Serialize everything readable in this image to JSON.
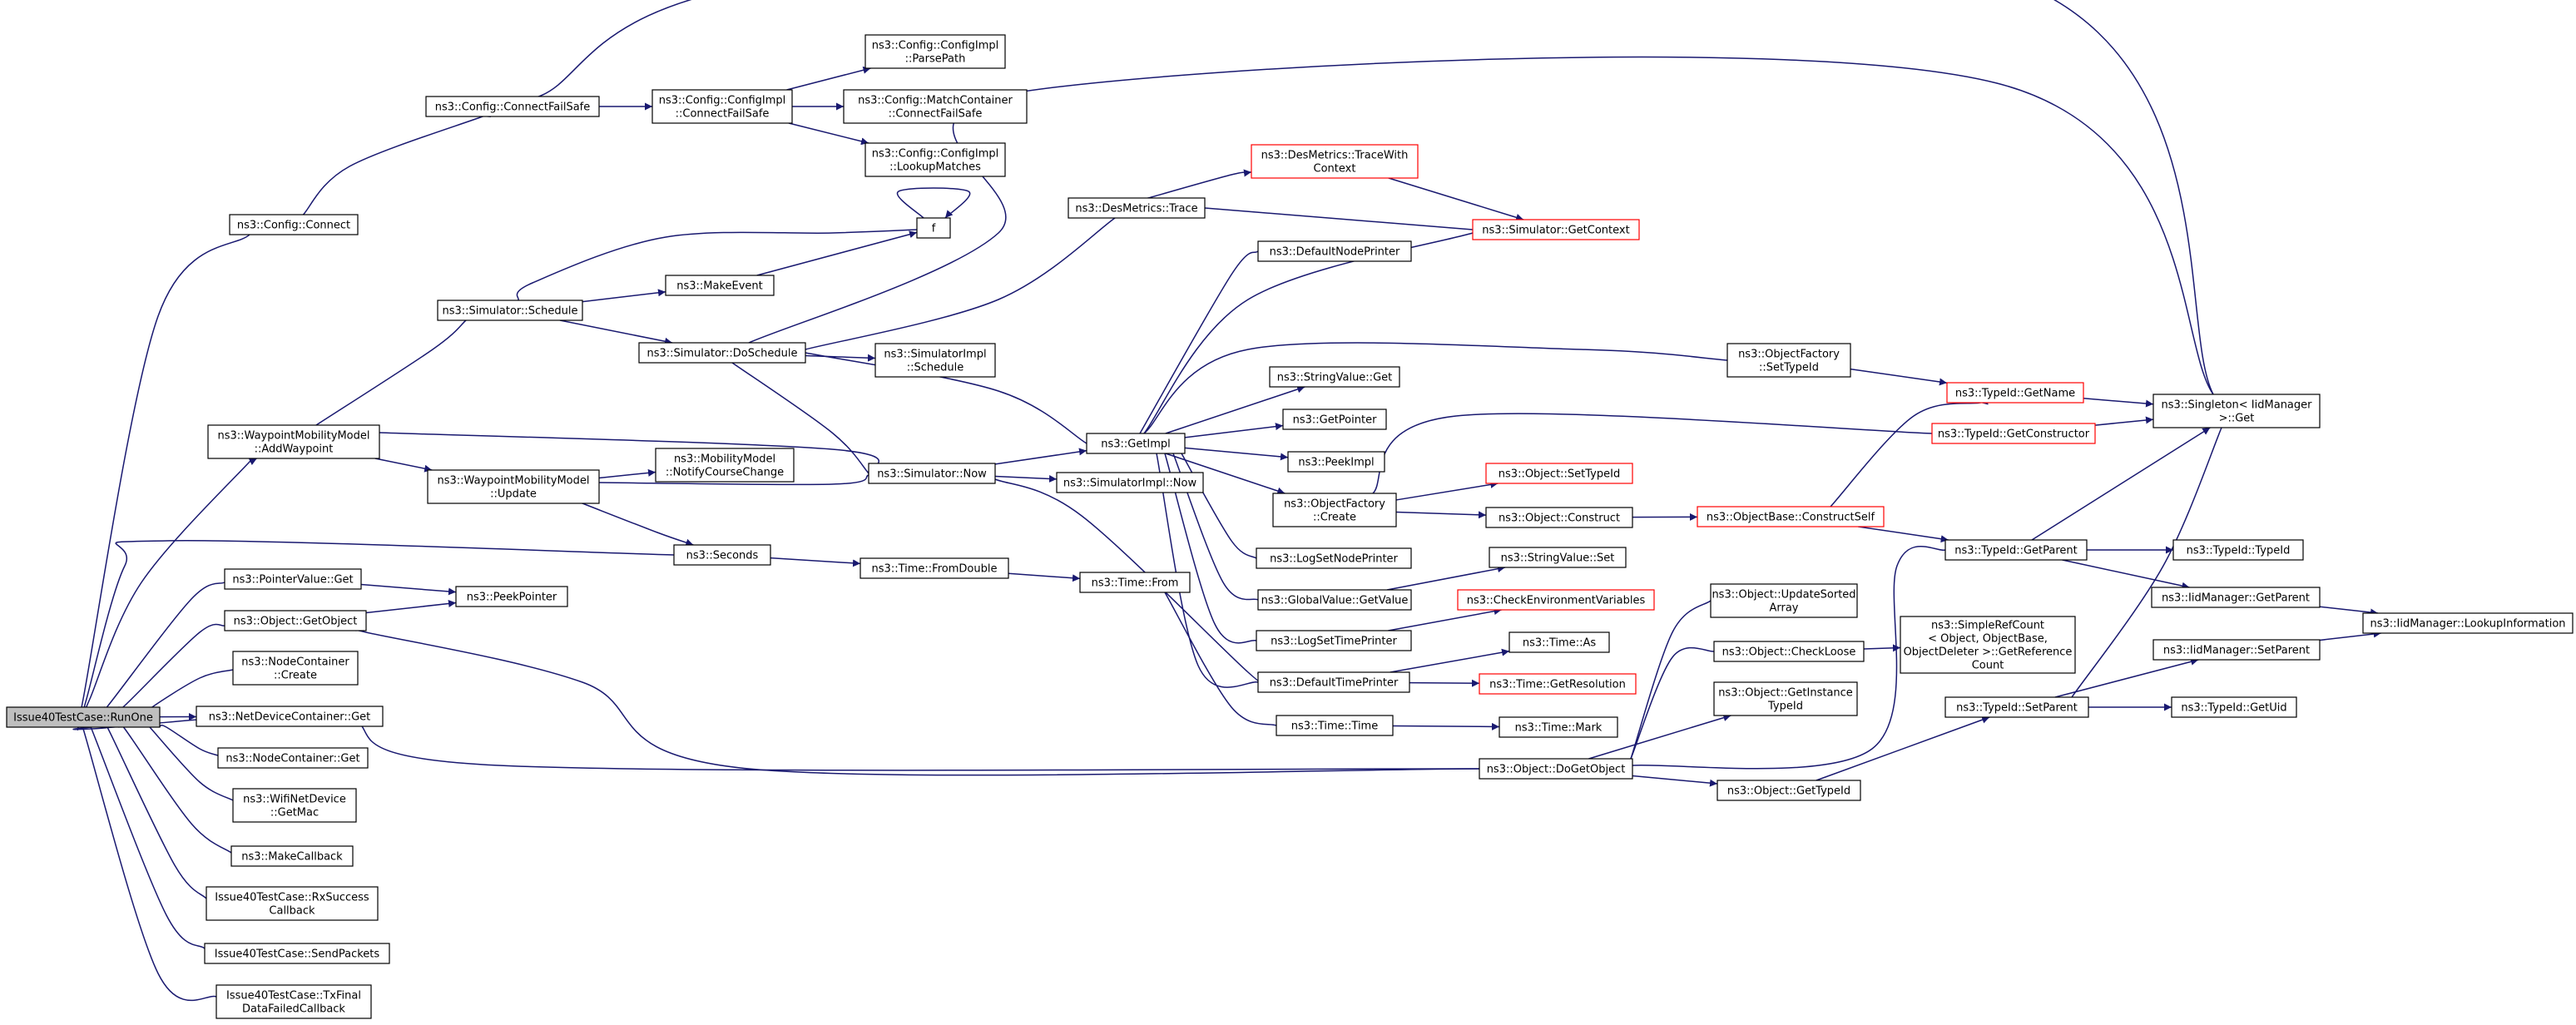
{
  "colors": {
    "edge": "#191970",
    "root_fill": "#bfbfbf",
    "node_border": "#000000",
    "incomplete_border": "#ff0000",
    "background": "#ffffff"
  },
  "nodes": [
    {
      "id": "root",
      "lines": [
        "Issue40TestCase::RunOne"
      ],
      "style": "root"
    },
    {
      "id": "cfgConnect",
      "lines": [
        "ns3::Config::Connect"
      ]
    },
    {
      "id": "wpAdd",
      "lines": [
        "ns3::WaypointMobilityModel",
        "::AddWaypoint"
      ]
    },
    {
      "id": "ptrGet",
      "lines": [
        "ns3::PointerValue::Get"
      ]
    },
    {
      "id": "objGetObj",
      "lines": [
        "ns3::Object::GetObject"
      ]
    },
    {
      "id": "ncCreate",
      "lines": [
        "ns3::NodeContainer",
        "::Create"
      ]
    },
    {
      "id": "ndcGet",
      "lines": [
        "ns3::NetDeviceContainer::Get"
      ]
    },
    {
      "id": "ncGet",
      "lines": [
        "ns3::NodeContainer::Get"
      ]
    },
    {
      "id": "wifiMac",
      "lines": [
        "ns3::WifiNetDevice",
        "::GetMac"
      ]
    },
    {
      "id": "makeCb",
      "lines": [
        "ns3::MakeCallback"
      ]
    },
    {
      "id": "rxCb",
      "lines": [
        "Issue40TestCase::RxSuccess",
        "Callback"
      ]
    },
    {
      "id": "sendPk",
      "lines": [
        "Issue40TestCase::SendPackets"
      ]
    },
    {
      "id": "txCb",
      "lines": [
        "Issue40TestCase::TxFinal",
        "DataFailedCallback"
      ]
    },
    {
      "id": "cfgCFS",
      "lines": [
        "ns3::Config::ConnectFailSafe"
      ]
    },
    {
      "id": "simSched",
      "lines": [
        "ns3::Simulator::Schedule"
      ]
    },
    {
      "id": "wpUpdate",
      "lines": [
        "ns3::WaypointMobilityModel",
        "::Update"
      ]
    },
    {
      "id": "peekPtr",
      "lines": [
        "ns3::PeekPointer"
      ]
    },
    {
      "id": "cfgImplCFS",
      "lines": [
        "ns3::Config::ConfigImpl",
        "::ConnectFailSafe"
      ]
    },
    {
      "id": "makeEvent",
      "lines": [
        "ns3::MakeEvent"
      ]
    },
    {
      "id": "simDoSched",
      "lines": [
        "ns3::Simulator::DoSchedule"
      ]
    },
    {
      "id": "mmNotify",
      "lines": [
        "ns3::MobilityModel",
        "::NotifyCourseChange"
      ]
    },
    {
      "id": "seconds",
      "lines": [
        "ns3::Seconds"
      ]
    },
    {
      "id": "parsePath",
      "lines": [
        "ns3::Config::ConfigImpl",
        "::ParsePath"
      ]
    },
    {
      "id": "mcCFS",
      "lines": [
        "ns3::Config::MatchContainer",
        "::ConnectFailSafe"
      ]
    },
    {
      "id": "lookupM",
      "lines": [
        "ns3::Config::ConfigImpl",
        "::LookupMatches"
      ]
    },
    {
      "id": "fNode",
      "lines": [
        "f"
      ]
    },
    {
      "id": "simImplSched",
      "lines": [
        "ns3::SimulatorImpl",
        "::Schedule"
      ]
    },
    {
      "id": "simNow",
      "lines": [
        "ns3::Simulator::Now"
      ]
    },
    {
      "id": "timeFromDbl",
      "lines": [
        "ns3::Time::FromDouble"
      ]
    },
    {
      "id": "dmTrace",
      "lines": [
        "ns3::DesMetrics::Trace"
      ]
    },
    {
      "id": "getImpl",
      "lines": [
        "ns3::GetImpl"
      ]
    },
    {
      "id": "simImplNow",
      "lines": [
        "ns3::SimulatorImpl::Now"
      ]
    },
    {
      "id": "timeFrom",
      "lines": [
        "ns3::Time::From"
      ]
    },
    {
      "id": "dmTWC",
      "lines": [
        "ns3::DesMetrics::TraceWith",
        "Context"
      ],
      "style": "red"
    },
    {
      "id": "defNodePr",
      "lines": [
        "ns3::DefaultNodePrinter"
      ]
    },
    {
      "id": "strValGet",
      "lines": [
        "ns3::StringValue::Get"
      ]
    },
    {
      "id": "getPtr",
      "lines": [
        "ns3::GetPointer"
      ]
    },
    {
      "id": "peekImpl",
      "lines": [
        "ns3::PeekImpl"
      ]
    },
    {
      "id": "ofCreate",
      "lines": [
        "ns3::ObjectFactory",
        "::Create"
      ]
    },
    {
      "id": "logSNP",
      "lines": [
        "ns3::LogSetNodePrinter"
      ]
    },
    {
      "id": "gvGetValue",
      "lines": [
        "ns3::GlobalValue::GetValue"
      ]
    },
    {
      "id": "logSTP",
      "lines": [
        "ns3::LogSetTimePrinter"
      ]
    },
    {
      "id": "defTimePr",
      "lines": [
        "ns3::DefaultTimePrinter"
      ]
    },
    {
      "id": "timeTime",
      "lines": [
        "ns3::Time::Time"
      ]
    },
    {
      "id": "objDoGet",
      "lines": [
        "ns3::Object::DoGetObject"
      ]
    },
    {
      "id": "simGetCtx",
      "lines": [
        "ns3::Simulator::GetContext"
      ],
      "style": "red"
    },
    {
      "id": "ofSetTid",
      "lines": [
        "ns3::ObjectFactory",
        "::SetTypeId"
      ]
    },
    {
      "id": "objSetTid",
      "lines": [
        "ns3::Object::SetTypeId"
      ],
      "style": "red"
    },
    {
      "id": "objConstruct",
      "lines": [
        "ns3::Object::Construct"
      ]
    },
    {
      "id": "strValSet",
      "lines": [
        "ns3::StringValue::Set"
      ]
    },
    {
      "id": "checkEnv",
      "lines": [
        "ns3::CheckEnvironmentVariables"
      ],
      "style": "red"
    },
    {
      "id": "timeAs",
      "lines": [
        "ns3::Time::As"
      ]
    },
    {
      "id": "timeGetRes",
      "lines": [
        "ns3::Time::GetResolution"
      ],
      "style": "red"
    },
    {
      "id": "timeMark",
      "lines": [
        "ns3::Time::Mark"
      ]
    },
    {
      "id": "objUSA",
      "lines": [
        "ns3::Object::UpdateSorted",
        "Array"
      ]
    },
    {
      "id": "objCheckLoose",
      "lines": [
        "ns3::Object::CheckLoose"
      ]
    },
    {
      "id": "objGetInst",
      "lines": [
        "ns3::Object::GetInstance",
        "TypeId"
      ]
    },
    {
      "id": "objGetTid",
      "lines": [
        "ns3::Object::GetTypeId"
      ]
    },
    {
      "id": "obConstructSelf",
      "lines": [
        "ns3::ObjectBase::ConstructSelf"
      ],
      "style": "red"
    },
    {
      "id": "srcGetRef",
      "lines": [
        "ns3::SimpleRefCount",
        "< Object, ObjectBase,",
        "ObjectDeleter >::GetReference",
        "Count"
      ]
    },
    {
      "id": "tidGetName",
      "lines": [
        "ns3::TypeId::GetName"
      ],
      "style": "red"
    },
    {
      "id": "tidGetCtor",
      "lines": [
        "ns3::TypeId::GetConstructor"
      ],
      "style": "red"
    },
    {
      "id": "tidGetParent",
      "lines": [
        "ns3::TypeId::GetParent"
      ]
    },
    {
      "id": "tidSetParent",
      "lines": [
        "ns3::TypeId::SetParent"
      ]
    },
    {
      "id": "singleton",
      "lines": [
        "ns3::Singleton< IidManager",
        ">::Get"
      ]
    },
    {
      "id": "tidTypeId",
      "lines": [
        "ns3::TypeId::TypeId"
      ]
    },
    {
      "id": "iidGetParent",
      "lines": [
        "ns3::IidManager::GetParent"
      ]
    },
    {
      "id": "iidSetParent",
      "lines": [
        "ns3::IidManager::SetParent"
      ]
    },
    {
      "id": "tidGetUid",
      "lines": [
        "ns3::TypeId::GetUid"
      ]
    },
    {
      "id": "iidLookup",
      "lines": [
        "ns3::IidManager::LookupInformation"
      ]
    }
  ]
}
